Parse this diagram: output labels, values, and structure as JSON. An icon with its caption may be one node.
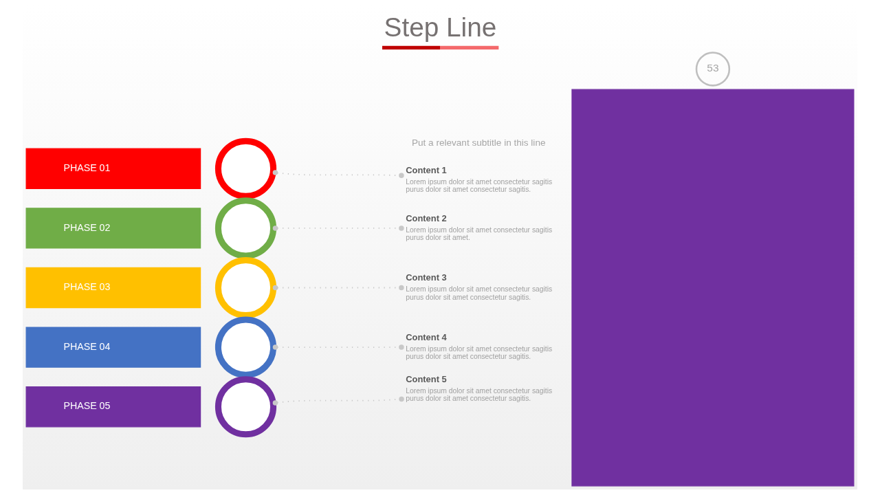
{
  "diagram": {
    "title": "Step Line",
    "nodes": [
      {
        "text": [
          "53"
        ]
      },
      {
        "text": [],
        "shape": "box"
      },
      {
        "text": [
          "PHASE 01"
        ]
      },
      {
        "text": [],
        "shape": "circle"
      },
      {
        "text": [
          "Content 1",
          "Lorem ipsum dolor sit amet consectetur sagitis purus dolor sit amet consectetur sagitis."
        ]
      },
      {
        "text": [
          "PHASE 02"
        ]
      },
      {
        "text": [],
        "shape": "circle"
      },
      {
        "text": [
          "Content 2",
          "Lorem ipsum dolor sit amet consectetur sagitis purus dolor sit amet."
        ]
      },
      {
        "text": [
          "PHASE 03"
        ]
      },
      {
        "text": [],
        "shape": "circle"
      },
      {
        "text": [
          "Content 3",
          "Lorem ipsum dolor sit amet consectetur sagitis purus dolor sit amet consectetur sagitis."
        ]
      },
      {
        "text": [
          "PHASE 04"
        ]
      },
      {
        "text": [],
        "shape": "circle"
      },
      {
        "text": [
          "Content 4",
          "Lorem ipsum dolor sit amet consectetur sagitis purus dolor sit amet consectetur sagitis."
        ]
      },
      {
        "text": [
          "PHASE 05"
        ]
      },
      {
        "text": [],
        "shape": "circle"
      },
      {
        "text": [
          "Content 5",
          "Lorem ipsum dolor sit amet consectetur sagitis purus dolor sit amet consectetur sagitis."
        ]
      }
    ],
    "edges": [
      {
        "from": 3,
        "to": 4,
        "arrow": "other",
        "style": "dashed"
      },
      {
        "from": 6,
        "to": 7,
        "arrow": "other",
        "style": "dashed"
      },
      {
        "from": 9,
        "to": 10,
        "arrow": "other",
        "style": "dashed"
      },
      {
        "from": 12,
        "to": 13,
        "arrow": "other",
        "style": "dashed"
      },
      {
        "from": 15,
        "to": 16,
        "arrow": "other",
        "style": "dashed"
      }
    ],
    "labels": [
      "Put a relevant subtitle in this line"
    ]
  }
}
